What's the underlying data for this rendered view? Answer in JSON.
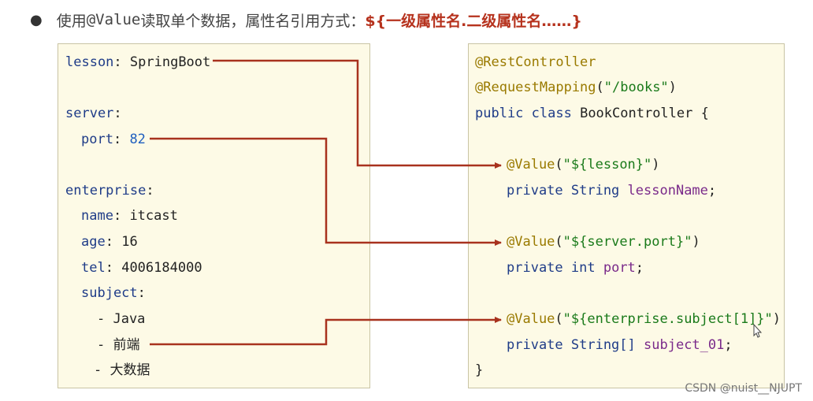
{
  "heading": {
    "bullet": "●",
    "text_before": "使用",
    "annotation": "@Value",
    "text_after": "读取单个数据，属性名引用方式：",
    "syntax": "${一级属性名.二级属性名……}"
  },
  "yaml": {
    "lesson_key": "lesson",
    "lesson_value": "SpringBoot",
    "server_key": "server",
    "port_key": "port",
    "port_value": "82",
    "enterprise_key": "enterprise",
    "name_key": "name",
    "name_value": "itcast",
    "age_key": "age",
    "age_value": "16",
    "tel_key": "tel",
    "tel_value": "4006184000",
    "subject_key": "subject",
    "subject_items": [
      "- Java",
      "- 前端",
      "- 大数据"
    ]
  },
  "java": {
    "rest_controller": "@RestController",
    "request_mapping": "@RequestMapping",
    "mapping_path": "\"/books\"",
    "class_kw": "public class",
    "class_name": "BookController {",
    "value_ann": "@Value",
    "lesson_expr": "\"${lesson}\"",
    "lesson_decl": "private String",
    "lesson_field": "lessonName",
    "port_expr": "\"${server.port}\"",
    "port_decl": "private int",
    "port_field": "port",
    "subject_expr": "\"${enterprise.subject[1]}\"",
    "subject_decl": "private String[]",
    "subject_field": "subject_01",
    "close_brace": "}"
  },
  "colors": {
    "arrow": "#a8321e",
    "panel_bg": "#fdfae6",
    "heading_syntax": "#b6321d"
  },
  "watermark": "CSDN @nuist__NJUPT"
}
